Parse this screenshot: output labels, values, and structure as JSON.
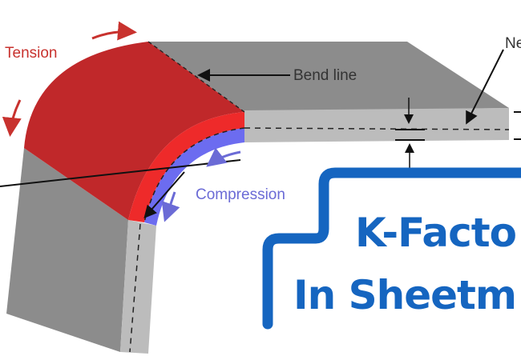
{
  "labels": {
    "tension": "Tension",
    "bend_line": "Bend line",
    "compression": "Compression",
    "neutral_partial": "Ne"
  },
  "title": {
    "line1": "K-Facto",
    "line2": "In Sheetm"
  },
  "colors": {
    "tension": "#c8322e",
    "compression": "#6b6bd6",
    "accent": "#1565c0"
  }
}
